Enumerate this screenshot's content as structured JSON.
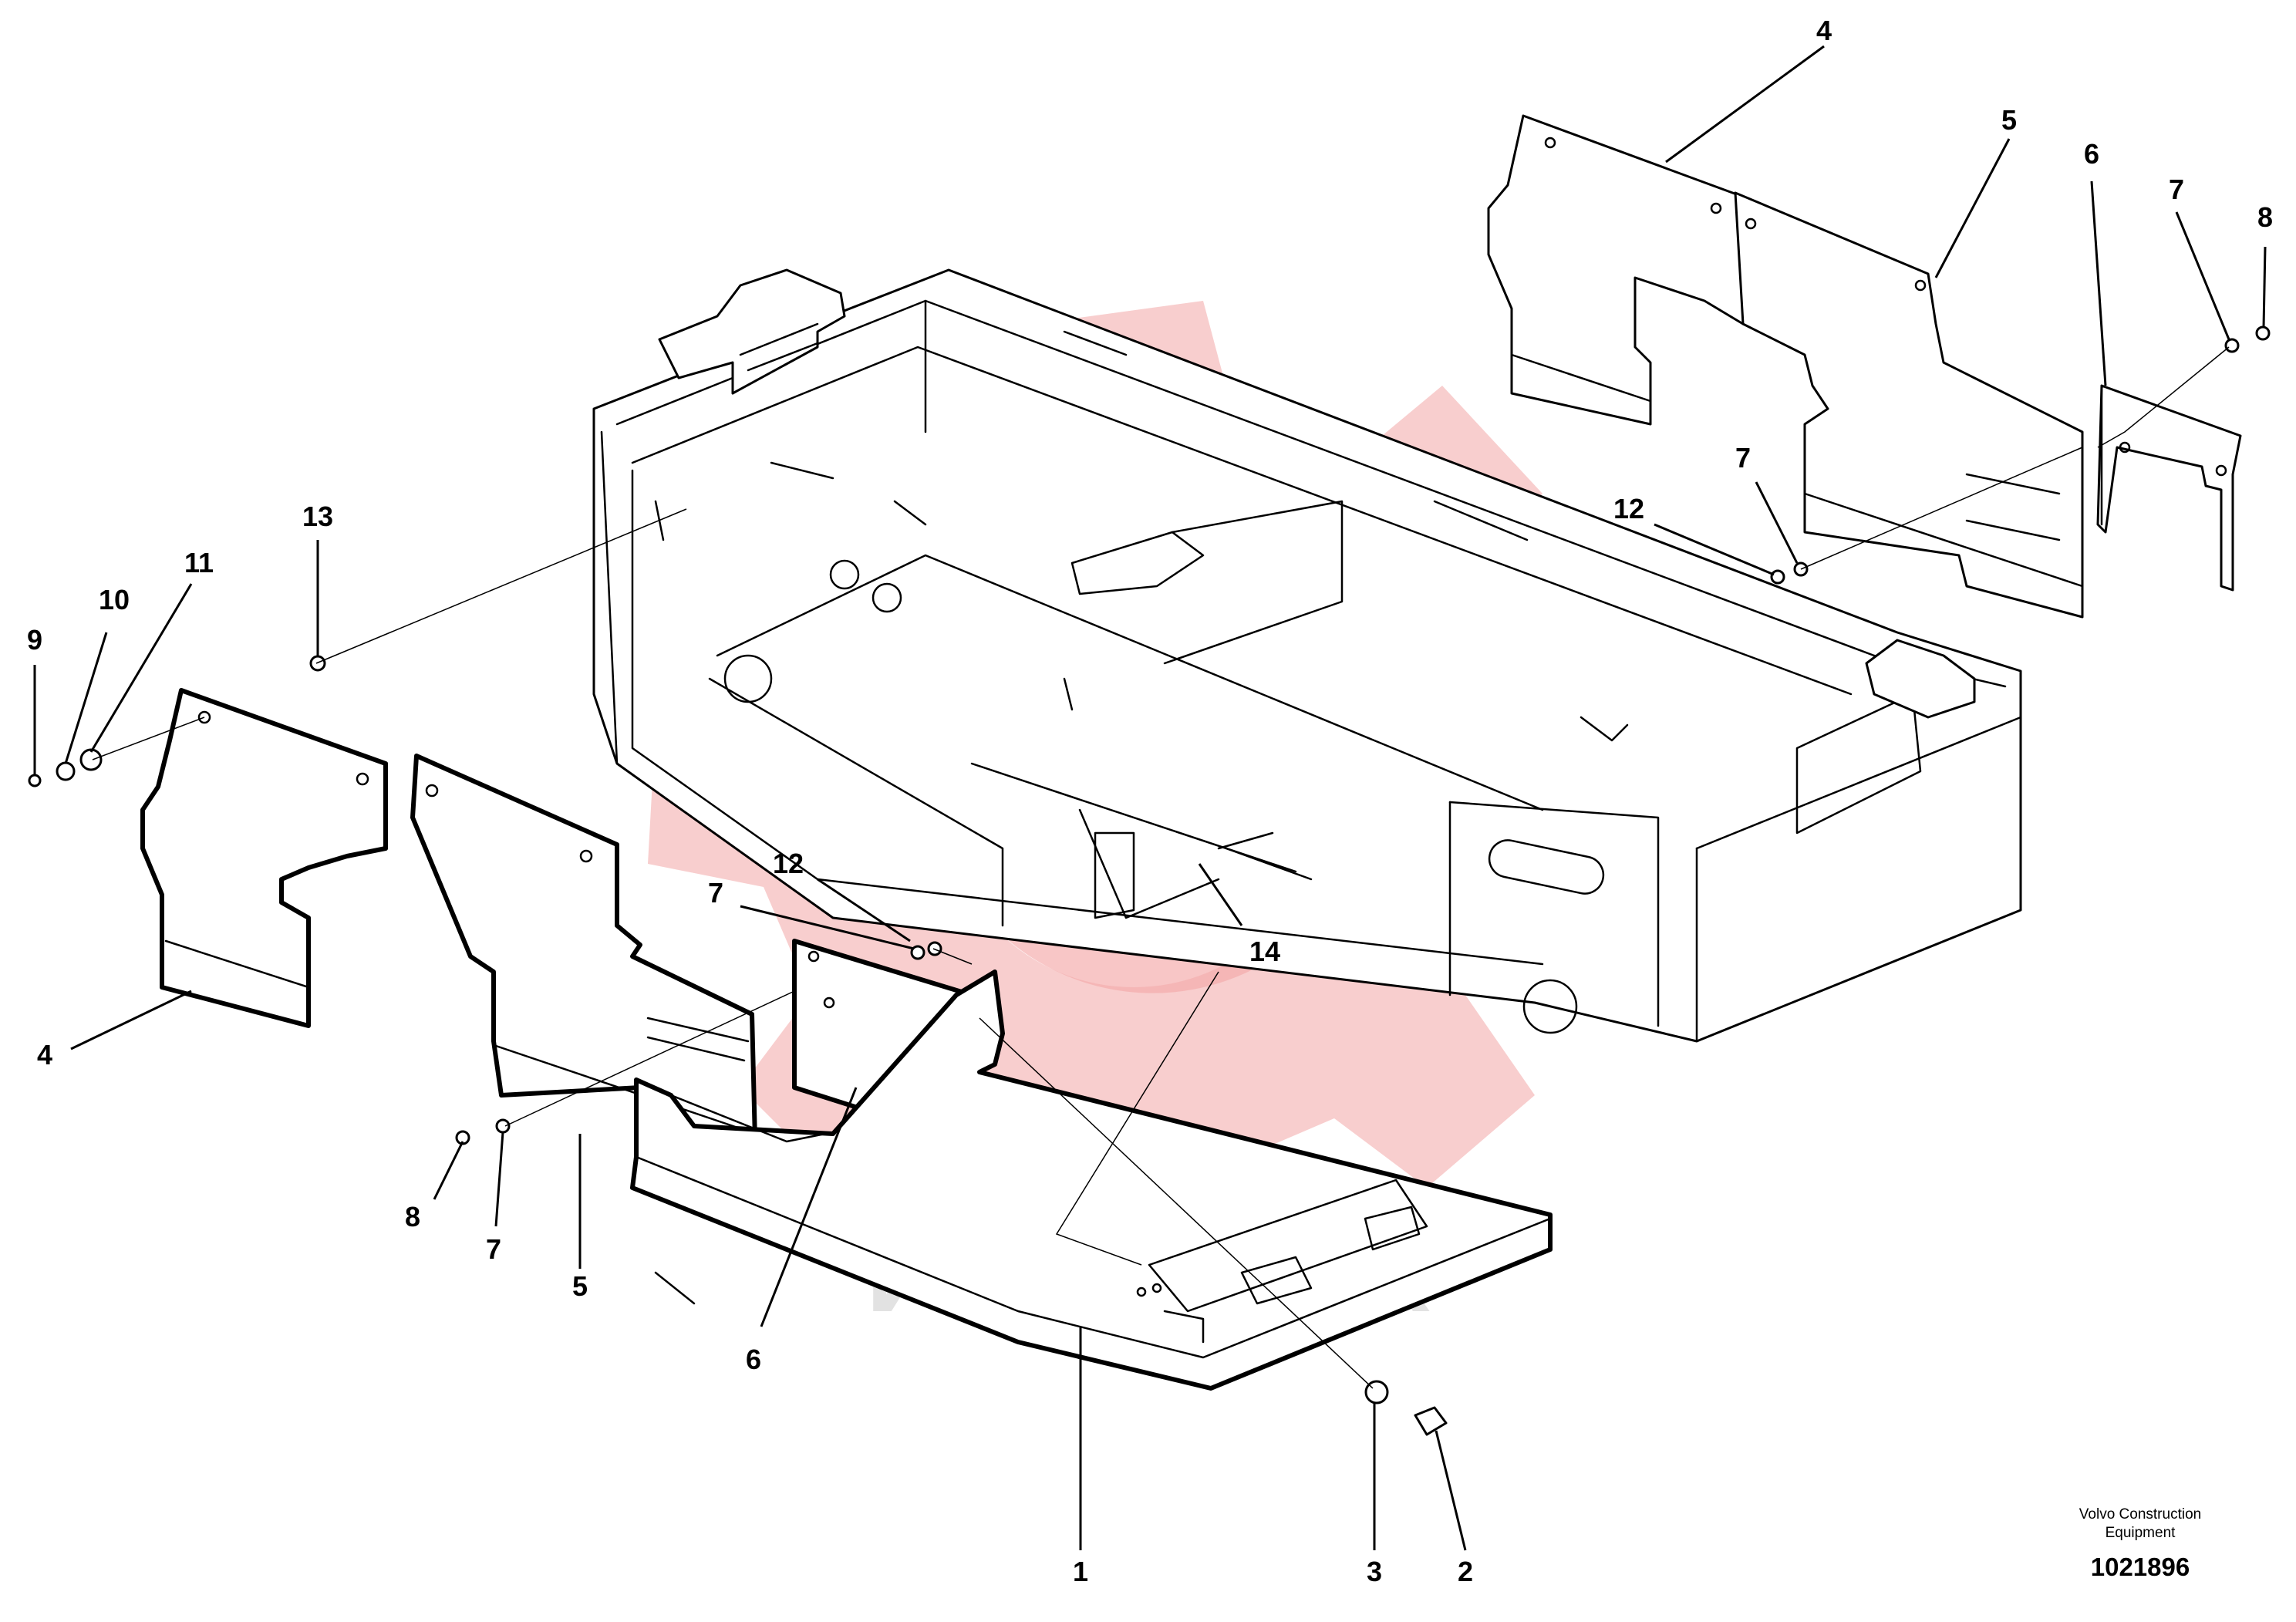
{
  "callouts": [
    {
      "id": "c4a",
      "label": "4"
    },
    {
      "id": "c5a",
      "label": "5"
    },
    {
      "id": "c6a",
      "label": "6"
    },
    {
      "id": "c7a",
      "label": "7"
    },
    {
      "id": "c8a",
      "label": "8"
    },
    {
      "id": "c7b",
      "label": "7"
    },
    {
      "id": "c12a",
      "label": "12"
    },
    {
      "id": "c13",
      "label": "13"
    },
    {
      "id": "c9",
      "label": "9"
    },
    {
      "id": "c10",
      "label": "10"
    },
    {
      "id": "c11",
      "label": "11"
    },
    {
      "id": "c4b",
      "label": "4"
    },
    {
      "id": "c7c",
      "label": "7"
    },
    {
      "id": "c12b",
      "label": "12"
    },
    {
      "id": "c14",
      "label": "14"
    },
    {
      "id": "c8b",
      "label": "8"
    },
    {
      "id": "c7d",
      "label": "7"
    },
    {
      "id": "c5b",
      "label": "5"
    },
    {
      "id": "c6b",
      "label": "6"
    },
    {
      "id": "c1",
      "label": "1"
    },
    {
      "id": "c3",
      "label": "3"
    },
    {
      "id": "c2",
      "label": "2"
    }
  ],
  "watermark": {
    "text": "ИНТЕХ",
    "gear_color": "#f3a6a6"
  },
  "credit": {
    "company_line1": "Volvo Construction",
    "company_line2": "Equipment",
    "drawing_number": "1021896"
  }
}
